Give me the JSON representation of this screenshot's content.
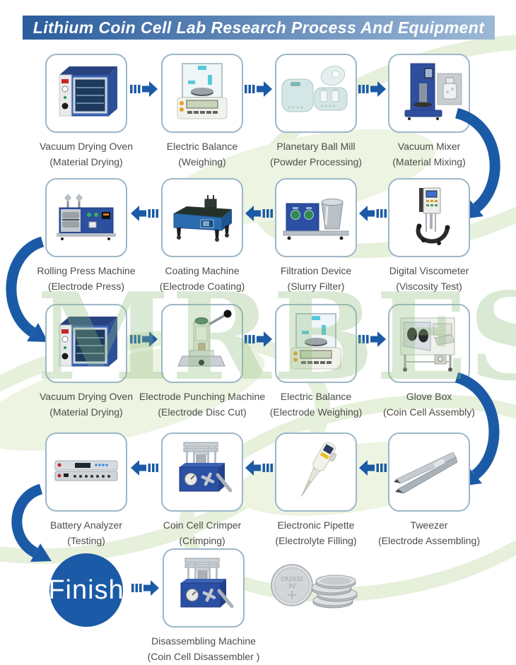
{
  "title": "Lithium Coin Cell Lab Research Process And Equipment",
  "watermark": "MRBEST",
  "finish": {
    "label": "Finish"
  },
  "coin_cell": {
    "line1": "CR2032",
    "line2": "3V"
  },
  "colors": {
    "arrow_blue": "#1b5aa6",
    "banner_left": "#2a5c9c",
    "banner_right": "#9db9d6",
    "watermark_green": "#8fbe7d",
    "box_border": "#9db7c8",
    "label_color": "#4c4c48",
    "swirl_green": "#e6f0db",
    "blob_green": "#edf4e2"
  },
  "steps": [
    {
      "title": "Vacuum Drying Oven",
      "subtitle": "(Material Drying)"
    },
    {
      "title": "Electric Balance",
      "subtitle": "(Weighing)"
    },
    {
      "title": "Planetary Ball Mill",
      "subtitle": "(Powder Processing)"
    },
    {
      "title": "Vacuum Mixer",
      "subtitle": "(Material Mixing)"
    },
    {
      "title": "Digital Viscometer",
      "subtitle": "(Viscosity Test)"
    },
    {
      "title": "Filtration Device",
      "subtitle": "(Slurry Filter)"
    },
    {
      "title": "Coating Machine",
      "subtitle": "(Electrode Coating)"
    },
    {
      "title": "Rolling Press Machine",
      "subtitle": "(Electrode Press)"
    },
    {
      "title": "Vacuum Drying Oven",
      "subtitle": "(Material Drying)"
    },
    {
      "title": "Electrode Punching Machine",
      "subtitle": "(Electrode Disc Cut)"
    },
    {
      "title": "Electric Balance",
      "subtitle": "(Electrode Weighing)"
    },
    {
      "title": "Glove Box",
      "subtitle": "(Coin Cell Assembly)"
    },
    {
      "title": "Tweezer",
      "subtitle": "(Electrode Assembling)"
    },
    {
      "title": "Electronic Pipette",
      "subtitle": "(Electrolyte Filling)"
    },
    {
      "title": "Coin Cell Crimper",
      "subtitle": "(Crimping)"
    },
    {
      "title": "Battery Analyzer",
      "subtitle": "(Testing)"
    }
  ],
  "disassembler": {
    "title": "Disassembling Machine",
    "subtitle": "(Coin Cell Disassembler )"
  }
}
